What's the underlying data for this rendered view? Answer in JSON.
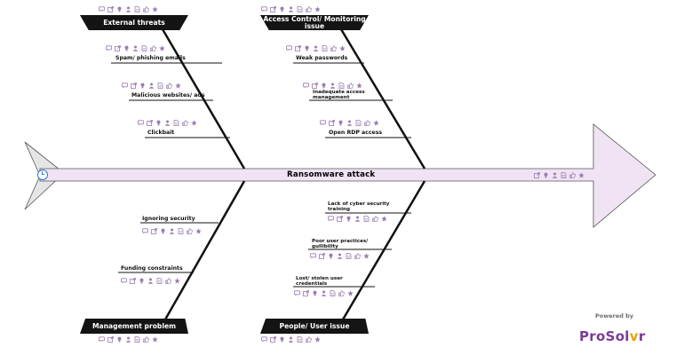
{
  "effect": "Ransomware attack",
  "categories": [
    {
      "id": "external",
      "title": "External threats",
      "causes": [
        "Spam/ phishing emails",
        "Malicious websites/ ads",
        "Clickbait"
      ]
    },
    {
      "id": "access",
      "title": "Access Control/ Monitoring issue",
      "causes": [
        "Weak passwords",
        "Inadequate access management",
        "Open RDP access"
      ]
    },
    {
      "id": "management",
      "title": "Management problem",
      "causes": [
        "Ignoring security",
        "Funding constraints"
      ]
    },
    {
      "id": "people",
      "title": "People/ User issue",
      "causes": [
        "Lack of cyber security training",
        "Poor user practices/ gullibility",
        "Lost/ stolen user credentials"
      ]
    }
  ],
  "icon_names": [
    "comment-icon",
    "link-icon",
    "bulb-icon",
    "user-icon",
    "file-icon",
    "like-icon",
    "star-icon"
  ],
  "branding": {
    "powered_by": "Powered by",
    "brand_main": "ProSol",
    "brand_accent": "v",
    "brand_end": "r"
  },
  "colors": {
    "icon": "#9a7bb1",
    "arrow_fill": "#efe3f4",
    "brand": "#7a3b97"
  }
}
